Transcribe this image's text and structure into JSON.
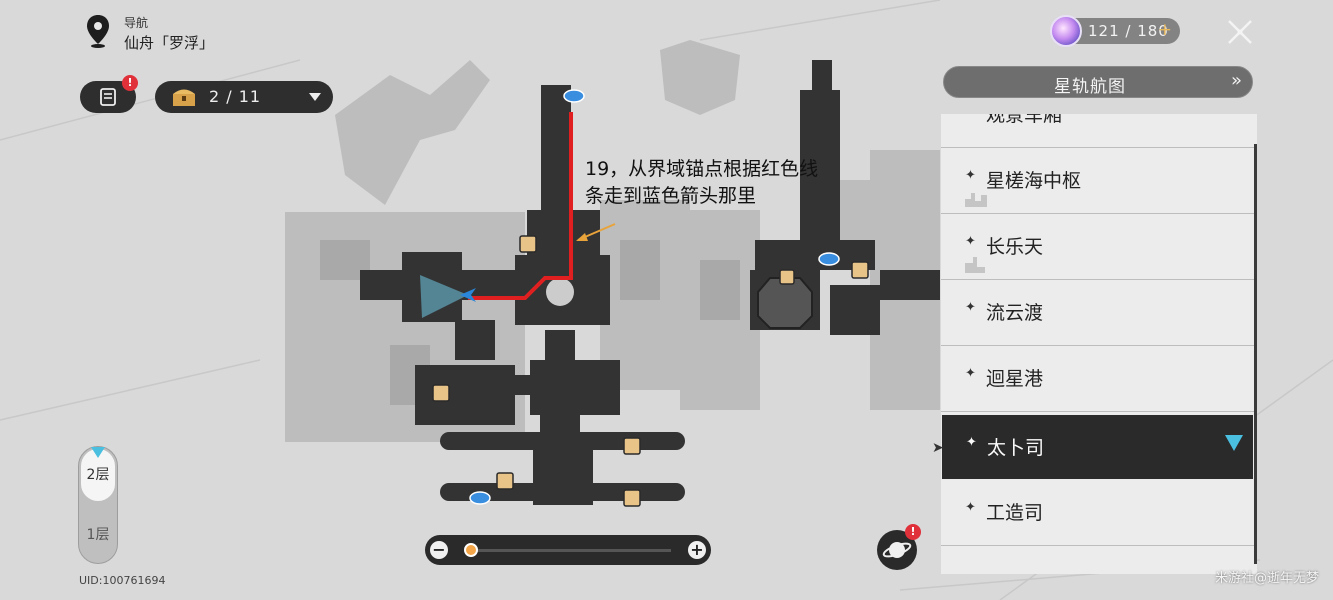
{
  "navigation": {
    "label": "导航",
    "location": "仙舟「罗浮」"
  },
  "mission_button": {
    "alert": "!"
  },
  "treasure_counter": {
    "value": "2 / 11"
  },
  "stamina": {
    "value": "121 / 180",
    "plus": "+"
  },
  "star_rail_map": {
    "label": "星轨航图",
    "arrow": "»"
  },
  "locations": [
    {
      "name": "观景车厢",
      "active": false
    },
    {
      "name": "星槎海中枢",
      "active": false
    },
    {
      "name": "长乐天",
      "active": false
    },
    {
      "name": "流云渡",
      "active": false
    },
    {
      "name": "迴星港",
      "active": false
    },
    {
      "name": "太卜司",
      "active": true
    },
    {
      "name": "工造司",
      "active": false
    }
  ],
  "floors": {
    "selected": "2层",
    "other": "1层"
  },
  "uid": "UID:100761694",
  "zoom": {
    "minus": "−",
    "plus": "+",
    "level": 0.03
  },
  "annotation": "19，从界域锚点根据红色线条走到蓝色箭头那里",
  "planet_button": {
    "alert": "!"
  },
  "watermark": "米游社@逝年无梦",
  "colors": {
    "route": "#e02020",
    "accent": "#4bbfe0",
    "zoom": "#f3a649",
    "dark": "#2e2e2e"
  },
  "icons": [
    "map-pin-icon",
    "mission-icon",
    "treasure-chest-icon",
    "stamina-orb-icon",
    "close-icon",
    "space-anchor-icon",
    "puzzle-icon",
    "player-arrow-icon",
    "planet-icon"
  ]
}
